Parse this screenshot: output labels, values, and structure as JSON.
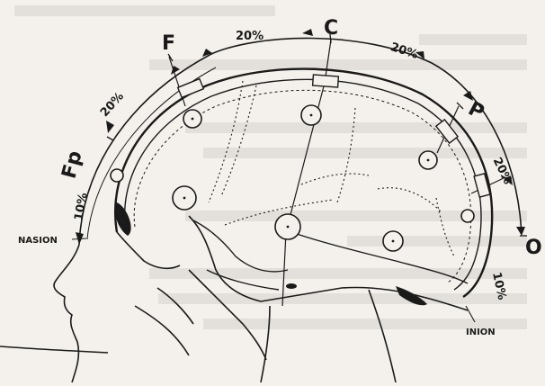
{
  "diagram": {
    "electrode_labels": {
      "fp": "Fp",
      "f": "F",
      "c": "C",
      "p": "P",
      "o": "O"
    },
    "landmarks": {
      "nasion": "NASION",
      "inion": "INION"
    },
    "percent_labels": {
      "fp_nasion": "10%",
      "f_fp": "20%",
      "c_f": "20%",
      "p_c": "20%",
      "o_p": "20%",
      "inion_o": "10%"
    }
  }
}
